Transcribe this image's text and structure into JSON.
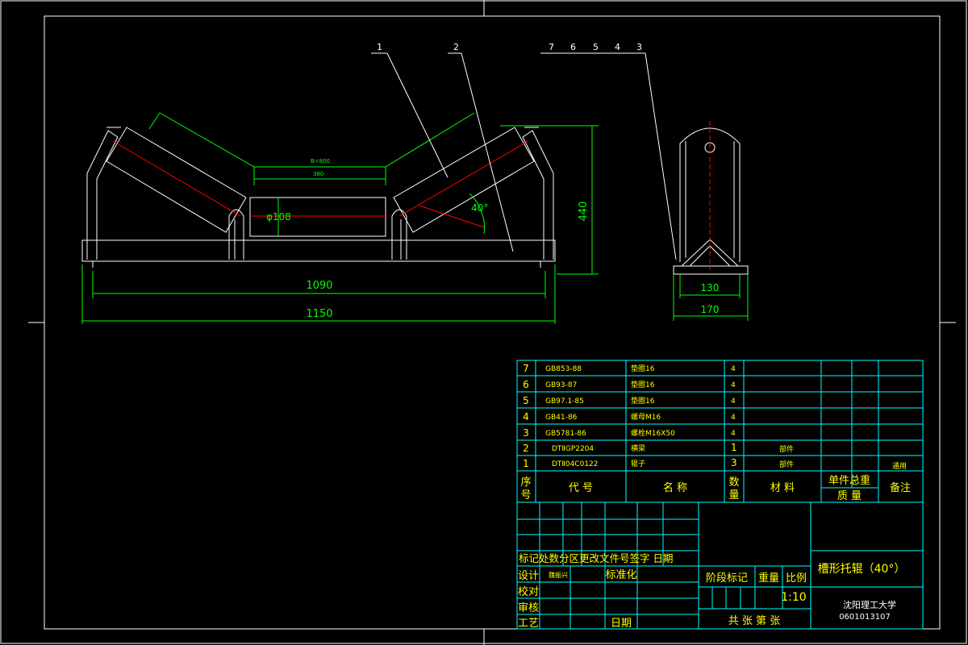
{
  "colors": {
    "background": "#000000",
    "frame": "#ffffff",
    "dimension": "#00ff00",
    "centerline": "#ff0000",
    "table": "#00ffff",
    "text": "#ffff00"
  },
  "drawing": {
    "balloons": {
      "b1": "1",
      "b2": "2",
      "b7": "7",
      "b6": "6",
      "b5": "5",
      "b4": "4",
      "b3": "3"
    },
    "dims": {
      "d_outer_top": "B=800",
      "d_inner_top": "380",
      "d_diameter": "φ108",
      "d_angle": "40°",
      "d_height": "440",
      "d_1090": "1090",
      "d_1150": "1150",
      "d_130": "130",
      "d_170": "170"
    }
  },
  "parts_table": {
    "rows": [
      {
        "no": "7",
        "code": "GB853-88",
        "name": "垫圈16",
        "qty": "4",
        "material": "",
        "remark": ""
      },
      {
        "no": "6",
        "code": "GB93-87",
        "name": "垫圈16",
        "qty": "4",
        "material": "",
        "remark": ""
      },
      {
        "no": "5",
        "code": "GB97.1-85",
        "name": "垫圈16",
        "qty": "4",
        "material": "",
        "remark": ""
      },
      {
        "no": "4",
        "code": "GB41-86",
        "name": "螺母M16",
        "qty": "4",
        "material": "",
        "remark": ""
      },
      {
        "no": "3",
        "code": "GB5781-86",
        "name": "螺栓M16X50",
        "qty": "4",
        "material": "",
        "remark": ""
      },
      {
        "no": "2",
        "code": "DTⅡGP2204",
        "name": "横梁",
        "qty": "1",
        "material": "部件",
        "remark": ""
      },
      {
        "no": "1",
        "code": "DTⅡ04C0122",
        "name": "辊子",
        "qty": "3",
        "material": "部件",
        "remark": "通用"
      }
    ],
    "header": {
      "no": "序号",
      "code": "代  号",
      "name": "名  称",
      "qty": "数量",
      "material": "材  料",
      "unit_total": "单件总重",
      "mass": "质  量",
      "remark": "备注"
    }
  },
  "title_block": {
    "revision_header": "标记处数分区更改文件号签字  日期",
    "design": "设计",
    "designer": "魏振兴",
    "standardize": "标准化",
    "check": "校对",
    "review": "审核",
    "process": "工艺",
    "date": "日期",
    "stage_mark": "阶段标记",
    "weight": "重量",
    "scale_label": "比例",
    "scale": "1:10",
    "sheets": "共  张  第  张",
    "title": "槽形托辊（40°）",
    "school": "沈阳理工大学",
    "number": "0601013107"
  }
}
